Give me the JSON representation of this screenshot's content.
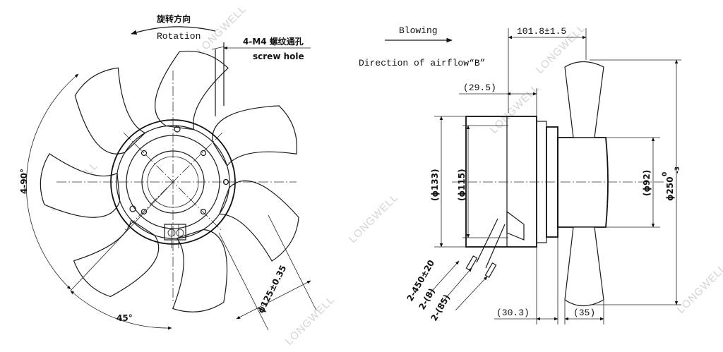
{
  "watermark": "LONGWELL",
  "front_view": {
    "rotation_cn": "旋转方向",
    "rotation_en": "Rotation",
    "screw_hole_cn": "4-M4 螺纹通孔",
    "screw_hole_en": "screw hole",
    "angle_spacing": "4-90°",
    "angle_45": "45°",
    "diameter_125": "ϕ125±0.35"
  },
  "side_view": {
    "blowing": "Blowing",
    "airflow": "Direction of airflow“B”",
    "dim_total_length": "101.8±1.5",
    "dim_29_5": "(29.5)",
    "dim_133": "(ϕ133)",
    "dim_115": "(ϕ115)",
    "dim_92": "(ϕ92)",
    "dim_250": "ϕ250",
    "dim_250_tol_upper": "0",
    "dim_250_tol_lower": "-3",
    "dim_30_3": "(30.3)",
    "dim_35": "(35)",
    "lead_450": "2-450±20",
    "lead_8": "2-(8)",
    "lead_85": "2-(85)"
  }
}
